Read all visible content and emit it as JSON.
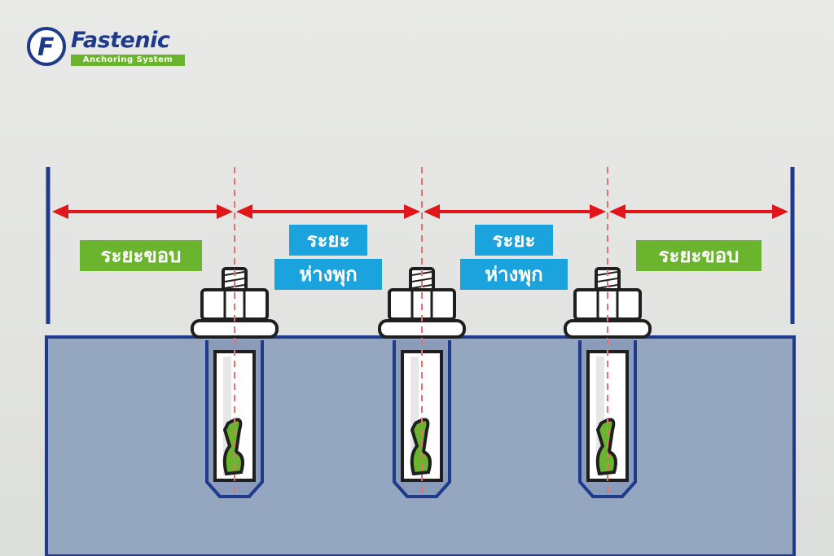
{
  "brand": {
    "name": "Fastenic",
    "tagline": "Anchoring System",
    "logo_mark": "F"
  },
  "labels": {
    "edge_left": "ระยะขอบ",
    "spacing_1_top": "ระยะ",
    "spacing_1_bottom": "ห่างพุก",
    "spacing_2_top": "ระยะ",
    "spacing_2_bottom": "ห่างพุก",
    "edge_right": "ระยะขอบ"
  },
  "colors": {
    "arrow": "#e0161b",
    "edge_line": "#1e3a8a",
    "concrete": "#95a6c1",
    "edge_label_bg": "#6bb52e",
    "spacing_label_bg": "#1aa3dc",
    "anchor_clip": "#6bb52e"
  },
  "anchor_count": 3
}
